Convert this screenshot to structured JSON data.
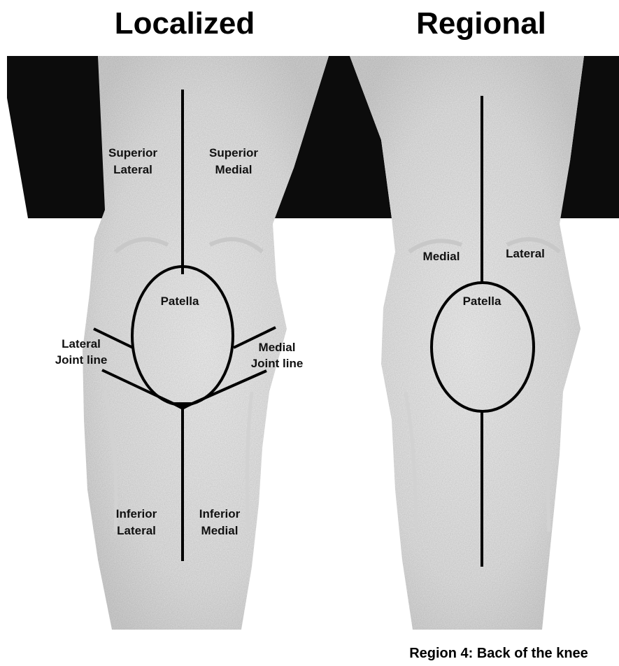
{
  "titles": {
    "left": "Localized",
    "right": "Regional"
  },
  "localized": {
    "superior_lateral": [
      "Superior",
      "Lateral"
    ],
    "superior_medial": [
      "Superior",
      "Medial"
    ],
    "patella": "Patella",
    "lateral_joint_line": [
      "Lateral",
      "Joint line"
    ],
    "medial_joint_line": [
      "Medial",
      "Joint line"
    ],
    "inferior_lateral": [
      "Inferior",
      "Lateral"
    ],
    "inferior_medial": [
      "Inferior",
      "Medial"
    ]
  },
  "regional": {
    "medial": "Medial",
    "lateral": "Lateral",
    "patella": "Patella"
  },
  "caption": "Region 4: Back of the knee"
}
